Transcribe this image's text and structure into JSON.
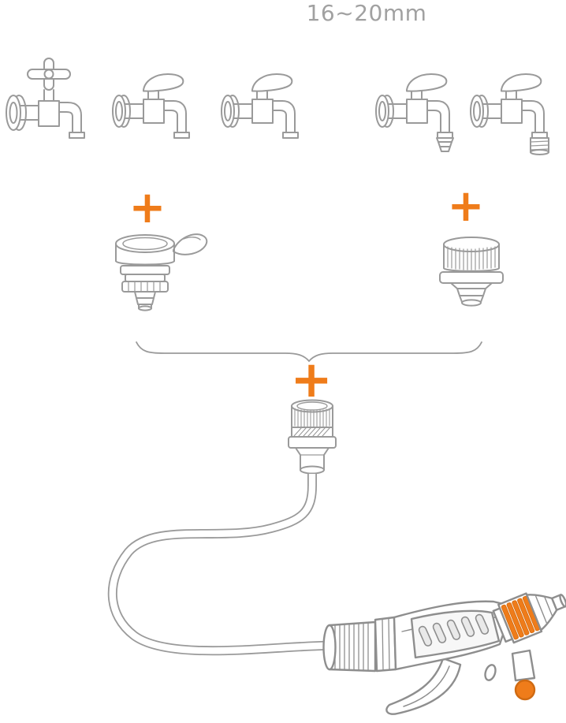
{
  "diagram": {
    "title": "16~20mm",
    "plus": "+",
    "colors": {
      "accent": "#EF7C1A",
      "line": "#9A9A9A"
    },
    "parts": {
      "faucets": [
        {
          "icon": "cross-handle-faucet"
        },
        {
          "icon": "lever-handle-faucet"
        },
        {
          "icon": "lever-handle-faucet"
        },
        {
          "icon": "faucet-with-quick-connector"
        },
        {
          "icon": "faucet-with-threaded-connector"
        }
      ],
      "left_connector": "clamp-tap-connector",
      "right_connector": "threaded-tap-connector",
      "coupling": "quick-connect-coupling",
      "hose": "hose",
      "sprayer": "spray-gun"
    }
  }
}
